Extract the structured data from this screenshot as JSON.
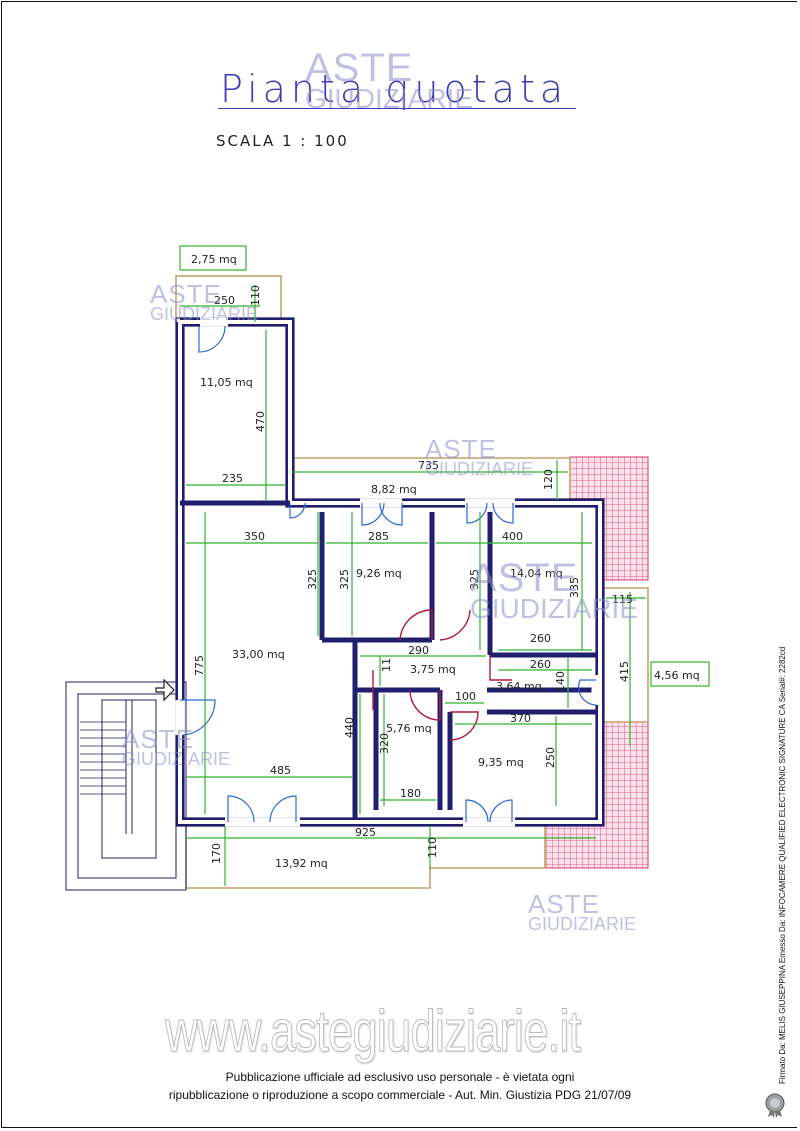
{
  "title": "Pianta quotata",
  "scale": "SCALA 1 : 100",
  "watermark": {
    "line1": "ASTE",
    "line2": "GIUDIZIARIE"
  },
  "site": "www.astegiudiziarie.it",
  "footer": {
    "line1": "Pubblicazione ufficiale ad esclusivo uso personale - è vietata ogni",
    "line2": "ripubblicazione o riproduzione a scopo commerciale - Aut. Min. Giustizia PDG 21/07/09"
  },
  "signature": "Firmato Da: MELIS GIUSEPPINA Emesso Da: INFOCAMERE QUALIFIED ELECTRONIC SIGNATURE CA Serial#: 2282cd",
  "colors": {
    "walls": "#1f1f6e",
    "dimensions": "#2fb32f",
    "doors": "#2a6ad8",
    "terrace": "#d6336c",
    "balcony": "#c8a06a",
    "title": "#3b3bb8"
  },
  "areas": {
    "a_2_75": "2,75 mq",
    "a_11_05": "11,05 mq",
    "a_8_82": "8,82 mq",
    "a_9_26": "9,26 mq",
    "a_14_04": "14,04 mq",
    "a_33_00": "33,00 mq",
    "a_3_75": "3,75 mq",
    "a_3_64": "3,64 mq",
    "a_4_56": "4,56 mq",
    "a_5_76": "5,76 mq",
    "a_9_35": "9,35 mq",
    "a_13_92": "13,92 mq"
  },
  "dims": {
    "d250": "250",
    "d110": "110",
    "d470": "470",
    "d235": "235",
    "d735": "735",
    "d120": "120",
    "d350": "350",
    "d285": "285",
    "d400": "400",
    "d325a": "325",
    "d325b": "325",
    "d325c": "325",
    "d335": "335",
    "d115": "115",
    "d260a": "260",
    "d290": "290",
    "d260b": "260",
    "d140": "140",
    "d415": "415",
    "d775": "775",
    "d11": "11",
    "d100": "100",
    "d370": "370",
    "d440": "440",
    "d320": "320",
    "d250b": "250",
    "d485": "485",
    "d180": "180",
    "d925": "925",
    "d170": "170",
    "d110b": "110"
  }
}
